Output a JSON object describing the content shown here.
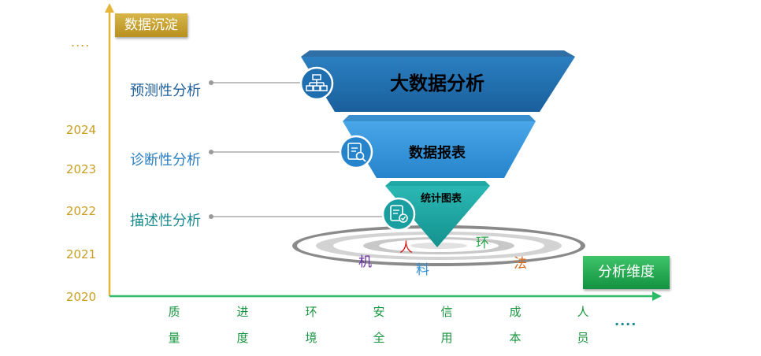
{
  "axes": {
    "y_label": "数据沉淀",
    "x_label": "分析维度",
    "y_ellipsis": "....",
    "x_ellipsis": "....",
    "years": [
      "2024",
      "2023",
      "2022",
      "2021",
      "2020"
    ],
    "x_categories": [
      {
        "line1": "质",
        "line2": "量"
      },
      {
        "line1": "进",
        "line2": "度"
      },
      {
        "line1": "环",
        "line2": "境"
      },
      {
        "line1": "安",
        "line2": "全"
      },
      {
        "line1": "信",
        "line2": "用"
      },
      {
        "line1": "成",
        "line2": "本"
      },
      {
        "line1": "人",
        "line2": "员"
      }
    ]
  },
  "analysis_types": {
    "predictive": "预测性分析",
    "diagnostic": "诊断性分析",
    "descriptive": "描述性分析"
  },
  "funnel": {
    "top": "大数据分析",
    "middle": "数据报表",
    "bottom": "统计图表"
  },
  "ring_chars": {
    "ren": "人",
    "huan": "环",
    "ji": "机",
    "liao": "料",
    "fa": "法"
  },
  "icons": [
    "hierarchy-icon",
    "report-search-icon",
    "checklist-icon"
  ],
  "colors": {
    "gold": "#c99e22",
    "top_layer": "#1f6fb0",
    "mid_layer": "#2d8bd2",
    "bottom_layer": "#1a9fa0",
    "predictive": "#1f5f9a",
    "diagnostic": "#2a7fc1",
    "descriptive": "#1a8a8e",
    "green": "#1a9440"
  }
}
